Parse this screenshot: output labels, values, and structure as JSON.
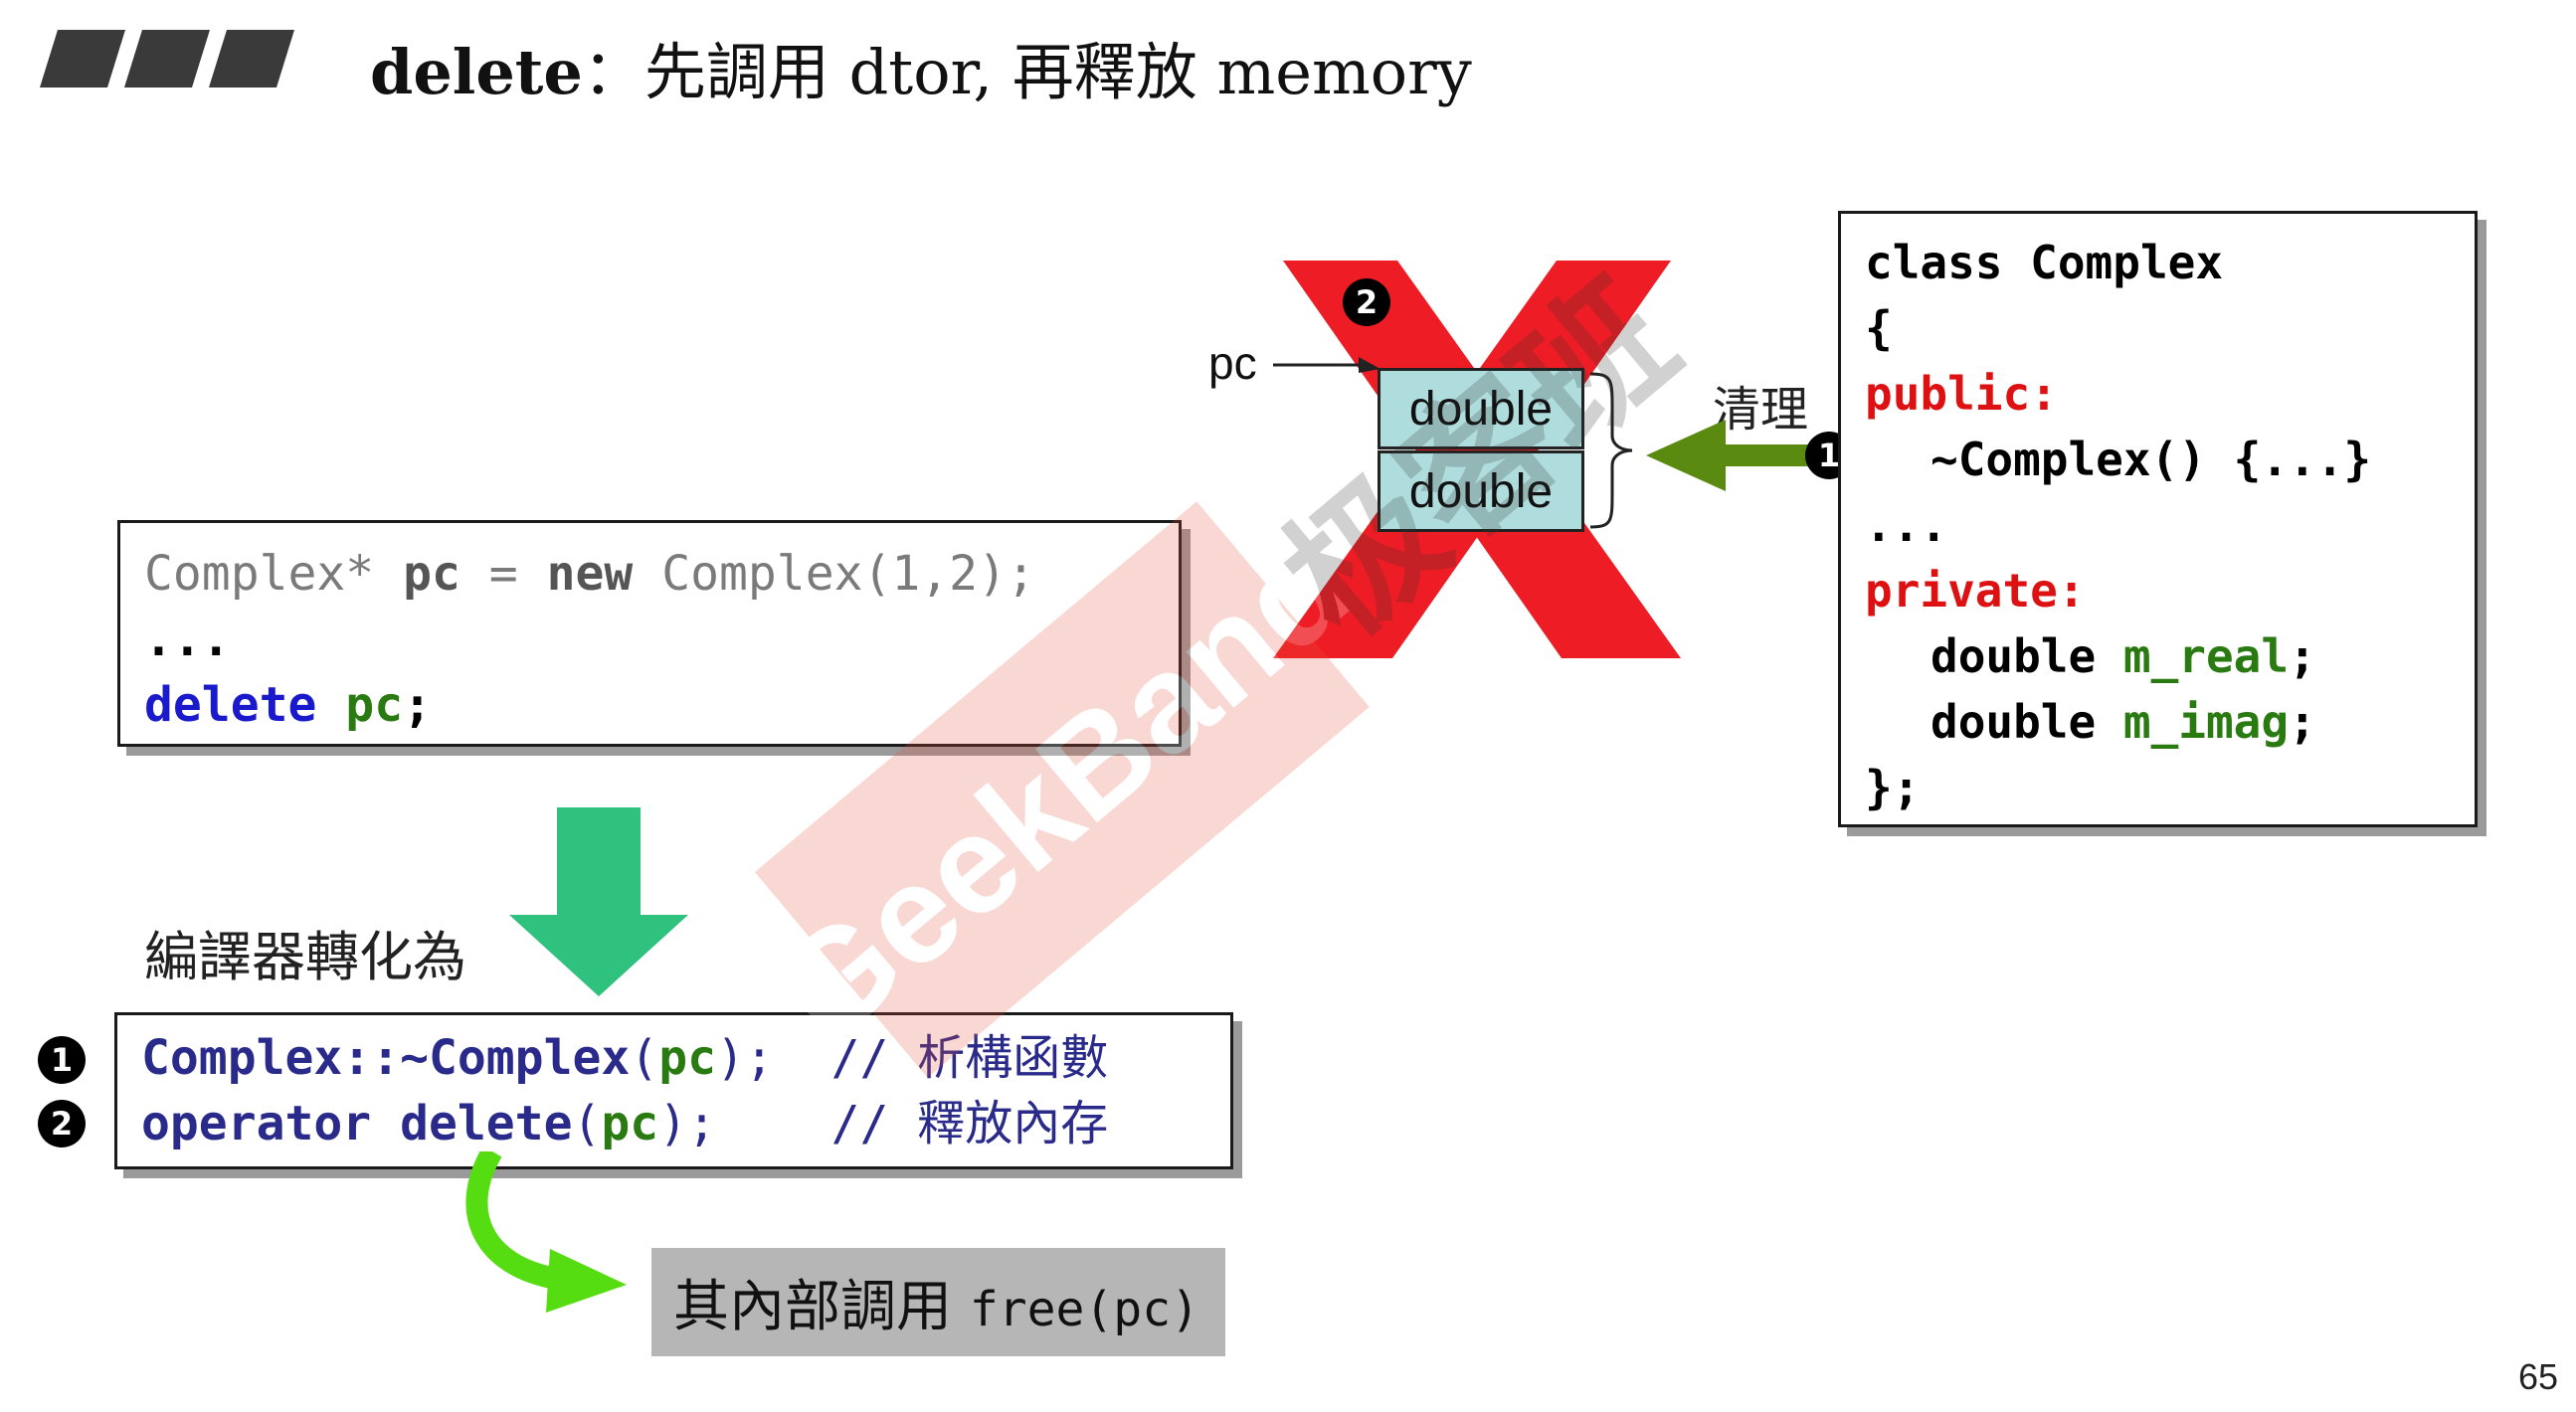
{
  "title": {
    "keyword": "delete",
    "text": "：先調用 dtor, 再釋放 memory"
  },
  "code_top": {
    "line1": {
      "type": "Complex*",
      "var": "pc",
      "op": " = ",
      "kw": "new",
      "rest": " Complex(1,2);"
    },
    "line2": "...",
    "line3": {
      "kw": "delete",
      "var": "pc",
      "end": ";"
    }
  },
  "compiler_label": "編譯器轉化為",
  "code_bottom": {
    "line1": {
      "fn": "Complex::~Complex",
      "open": "(",
      "arg": "pc",
      "close": ");",
      "comment": "// 析構函數"
    },
    "line2": {
      "fn": "operator delete",
      "open": "(",
      "arg": "pc",
      "close": ");",
      "comment": "// 釋放內存"
    }
  },
  "badges": {
    "one": "1",
    "two": "2"
  },
  "note": {
    "text": "其內部調用 ",
    "code": "free(pc)"
  },
  "memory": {
    "pointer_label": "pc",
    "cell1": "double",
    "cell2": "double",
    "cleanup_label": "清理"
  },
  "class_def": {
    "line1": "class Complex",
    "line2": "{",
    "line3": "public:",
    "line4": "~Complex() {...}",
    "line5": "...",
    "line6": "private:",
    "line7_type": "double ",
    "line7_var": "m_real",
    "line7_end": ";",
    "line8_type": "double ",
    "line8_var": "m_imag",
    "line8_end": ";",
    "line9": "};"
  },
  "watermark": {
    "latin": "GeekBand",
    "cjk": "极客班"
  },
  "page_number": "65",
  "colors": {
    "x_mark": "#ee1c24",
    "cell_fill": "#afdcdc",
    "down_arrow": "#2ec27e",
    "green_arrow": "#5a8a10",
    "curve_arrow": "#55dd11"
  }
}
